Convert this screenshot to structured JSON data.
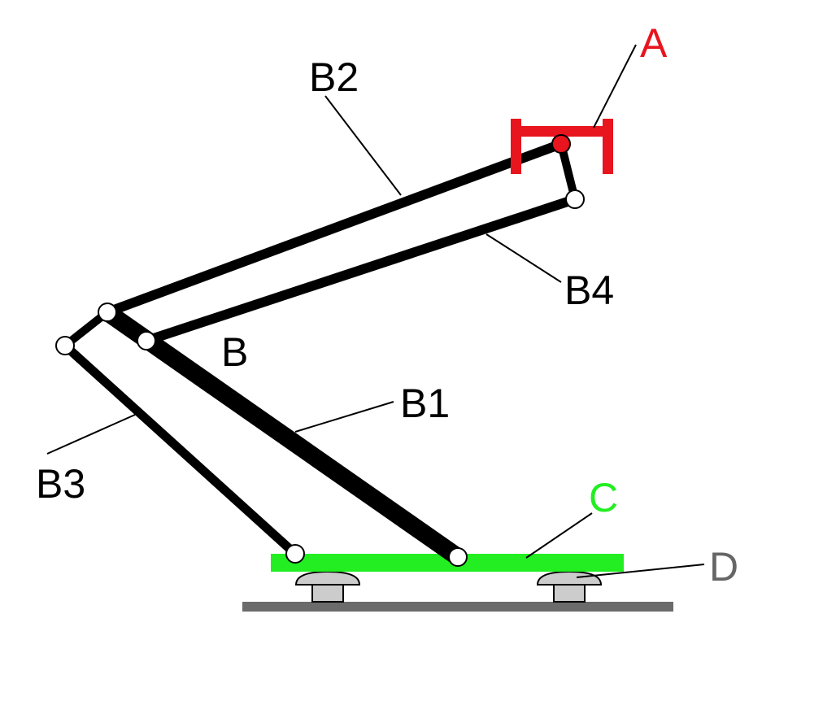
{
  "labels": {
    "A": {
      "text": "A",
      "color": "#e8141e"
    },
    "B": {
      "text": "B",
      "color": "#000000"
    },
    "B1": {
      "text": "B1",
      "color": "#000000"
    },
    "B2": {
      "text": "B2",
      "color": "#000000"
    },
    "B3": {
      "text": "B3",
      "color": "#000000"
    },
    "B4": {
      "text": "B4",
      "color": "#000000"
    },
    "C": {
      "text": "C",
      "color": "#22ee22"
    },
    "D": {
      "text": "D",
      "color": "#666666"
    }
  },
  "colors": {
    "pantograph_head": "#e8141e",
    "arms": "#000000",
    "base_frame": "#22ee22",
    "insulators": "#cccccc",
    "roof": "#6b6b6b",
    "joints": "#ffffff",
    "contact_joint": "#e8141e"
  }
}
